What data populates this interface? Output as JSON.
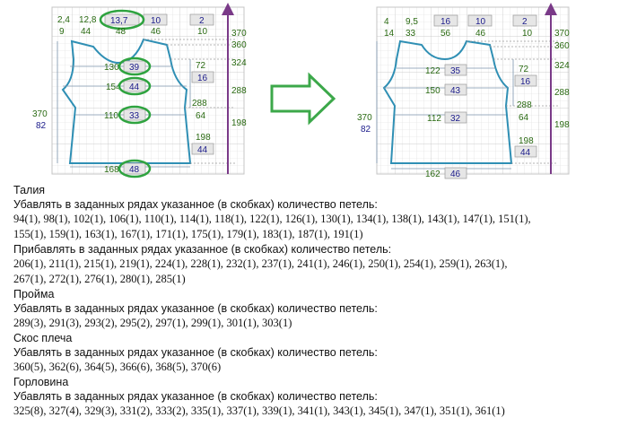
{
  "colors": {
    "grid": "#d9d9d9",
    "grid_major": "#bfbfbf",
    "garment": "#2f8fb4",
    "dim_line": "#7b95ad",
    "dim_text": "#2a6a12",
    "box_text": "#1a1a8a",
    "box_fill": "#e6e6e6",
    "purple_arrow": "#7a3a88",
    "highlight": "#2ea33f",
    "big_arrow": "#3ca84a"
  },
  "diagram_left": {
    "top_labels_row1": [
      "2,4",
      "12,8",
      "13,7",
      "10",
      "2"
    ],
    "top_labels_row2": [
      "9",
      "44",
      "48",
      "46",
      "10"
    ],
    "right_scale": [
      "370",
      "360",
      "324",
      "288",
      "198"
    ],
    "inner": [
      "72",
      "16",
      "288",
      "64",
      "198",
      "44"
    ],
    "widths": [
      {
        "label": "130",
        "box": "39"
      },
      {
        "label": "154",
        "box": "44"
      },
      {
        "label": "110",
        "box": "33"
      },
      {
        "label": "168",
        "box": "48"
      }
    ],
    "left_height": [
      "370",
      "82"
    ]
  },
  "diagram_right": {
    "top_labels_row1": [
      "4",
      "9,5",
      "16",
      "10",
      "2"
    ],
    "top_labels_row2": [
      "14",
      "33",
      "56",
      "46",
      "10"
    ],
    "right_scale": [
      "370",
      "360",
      "324",
      "288",
      "198"
    ],
    "inner": [
      "72",
      "16",
      "288",
      "64",
      "198",
      "44"
    ],
    "widths": [
      {
        "label": "122",
        "box": "35"
      },
      {
        "label": "150",
        "box": "43"
      },
      {
        "label": "112",
        "box": "32"
      },
      {
        "label": "162",
        "box": "46"
      }
    ],
    "left_height": [
      "370",
      "82"
    ]
  },
  "sections": [
    {
      "title": "Талия",
      "instruction1": "Убавлять в заданных рядах указанное (в скобках) количество петель:",
      "values1a": "94(1), 98(1), 102(1), 106(1), 110(1), 114(1), 118(1), 122(1), 126(1), 130(1), 134(1), 138(1), 143(1), 147(1), 151(1),",
      "values1b": "155(1), 159(1), 163(1), 167(1), 171(1), 175(1), 179(1), 183(1), 187(1), 191(1)",
      "instruction2": "Прибавлять в заданных рядах указанное (в скобках) количество петель:",
      "values2a": "206(1), 211(1), 215(1), 219(1), 224(1), 228(1), 232(1), 237(1), 241(1), 246(1), 250(1), 254(1), 259(1), 263(1),",
      "values2b": "267(1), 272(1), 276(1), 280(1), 285(1)"
    },
    {
      "title": "Пройма",
      "instruction": "Убавлять в заданных рядах указанное (в скобках) количество петель:",
      "values": "289(3), 291(3), 293(2), 295(2), 297(1), 299(1), 301(1), 303(1)"
    },
    {
      "title": "Скос плеча",
      "instruction": "Убавлять в заданных рядах указанное (в скобках) количество петель:",
      "values": "360(5), 362(6), 364(5), 366(6), 368(5), 370(6)"
    },
    {
      "title": "Горловина",
      "instruction": "Убавлять в заданных рядах указанное (в скобках) количество петель:",
      "values": "325(8), 327(4), 329(3), 331(2), 333(2), 335(1), 337(1), 339(1), 341(1), 343(1), 345(1), 347(1), 351(1), 361(1)"
    }
  ]
}
